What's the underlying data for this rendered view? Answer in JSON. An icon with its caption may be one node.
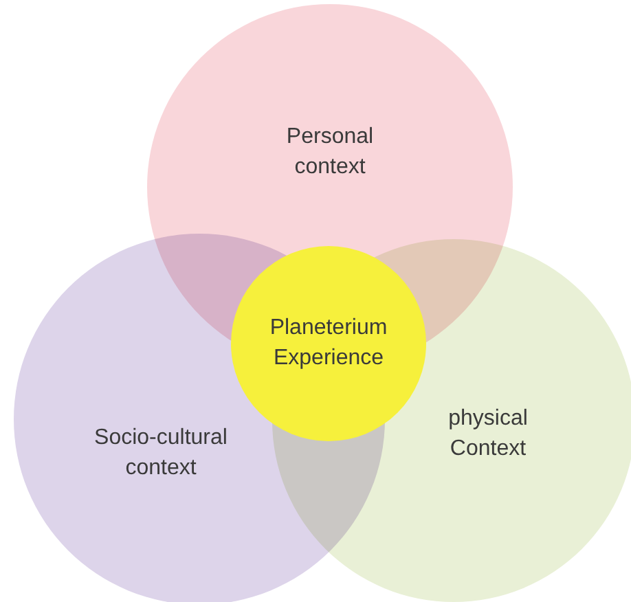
{
  "diagram": {
    "nodes": [
      {
        "text": [
          "Personal context"
        ]
      },
      {
        "text": [
          "Socio-cultural context"
        ]
      },
      {
        "text": [
          "physical Context"
        ]
      },
      {
        "text": [
          "Planeterium Experience"
        ]
      }
    ]
  }
}
